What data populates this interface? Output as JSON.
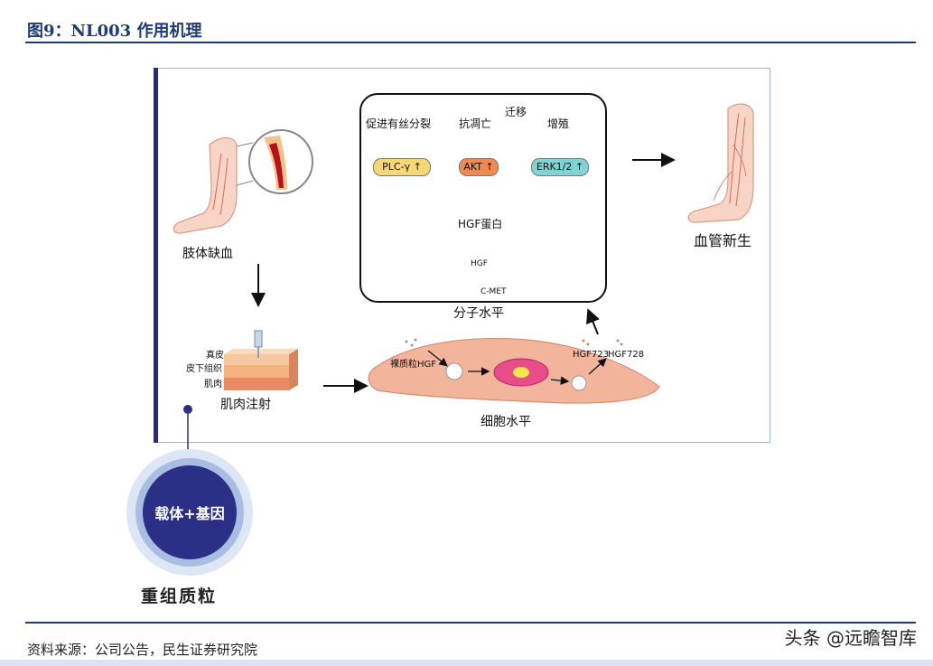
{
  "figure": {
    "title": "图9：NL003 作用机理",
    "source": "资料来源：公司公告，民生证券研究院",
    "watermark": "头条 @远瞻智库"
  },
  "diagram": {
    "limb_ischemia": "肢体缺血",
    "angiogenesis": "血管新生",
    "molecular_level": "分子水平",
    "cellular_level": "细胞水平",
    "injection": "肌肉注射",
    "skin_layers": [
      "真皮",
      "皮下组织",
      "肌肉"
    ],
    "vector_gene": "载体+基因",
    "recombinant_plasmid": "重组质粒",
    "naked_plasmid": "裸质粒HGF",
    "hgf723": "HGF723",
    "hgf728": "HGF728",
    "hgf_protein": "HGF蛋白",
    "hgf_small": "HGF",
    "cmet": "C-MET",
    "outcomes": [
      "促进有丝分裂",
      "抗凋亡",
      "迁移",
      "增殖"
    ],
    "signals": [
      {
        "label": "PLC-γ ↑",
        "color": "#f7d774"
      },
      {
        "label": "AKT ↑",
        "color": "#f28a4f"
      },
      {
        "label": "ERK1/2 ↑",
        "color": "#7fd3d3"
      }
    ]
  }
}
